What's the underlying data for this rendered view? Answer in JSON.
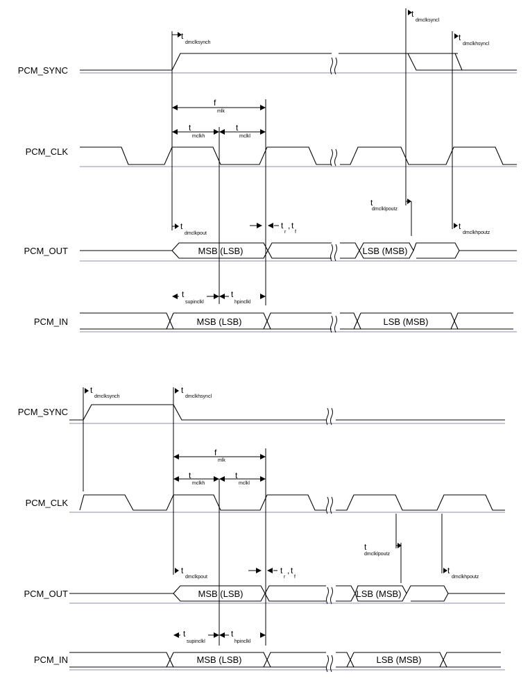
{
  "diagrams": [
    {
      "signals": [
        "PCM_SYNC",
        "PCM_CLK",
        "PCM_OUT",
        "PCM_IN"
      ],
      "bus_labels": {
        "out_first": "MSB (LSB)",
        "out_last": "LSB (MSB)",
        "in_first": "MSB (LSB)",
        "in_last": "LSB (MSB)"
      },
      "timings": [
        {
          "t": "t",
          "sub": "dmclksynch"
        },
        {
          "t": "t",
          "sub": "dmclksyncl"
        },
        {
          "t": "t",
          "sub": "dmclkhsyncl"
        },
        {
          "t": "f",
          "sub": "mlk"
        },
        {
          "t": "t",
          "sub": "mclkh"
        },
        {
          "t": "t",
          "sub": "mclkl"
        },
        {
          "t": "t",
          "sub": "dmclklpoutz"
        },
        {
          "t": "t",
          "sub": "dmclkpout"
        },
        {
          "t": "t",
          "sub": "dmclkhpoutz"
        },
        {
          "t": "t",
          "sub": "r"
        },
        {
          "t": "t",
          "sub": "f"
        },
        {
          "t": "t",
          "sub": "supinclkl"
        },
        {
          "t": "t",
          "sub": "hpinclkl"
        }
      ]
    },
    {
      "signals": [
        "PCM_SYNC",
        "PCM_CLK",
        "PCM_OUT",
        "PCM_IN"
      ],
      "bus_labels": {
        "out_first": "MSB (LSB)",
        "out_last": "LSB (MSB)",
        "in_first": "MSB (LSB)",
        "in_last": "LSB (MSB)"
      },
      "timings": [
        {
          "t": "t",
          "sub": "dmclksynch"
        },
        {
          "t": "t",
          "sub": "dmclkhsyncl"
        },
        {
          "t": "f",
          "sub": "mlk"
        },
        {
          "t": "t",
          "sub": "mclkh"
        },
        {
          "t": "t",
          "sub": "mclkl"
        },
        {
          "t": "t",
          "sub": "dmclklpoutz"
        },
        {
          "t": "t",
          "sub": "dmclkpout"
        },
        {
          "t": "t",
          "sub": "dmclkhpoutz"
        },
        {
          "t": "t",
          "sub": "r"
        },
        {
          "t": "t",
          "sub": "f"
        },
        {
          "t": "t",
          "sub": "supinclkl"
        },
        {
          "t": "t",
          "sub": "hpinclkl"
        }
      ]
    }
  ]
}
